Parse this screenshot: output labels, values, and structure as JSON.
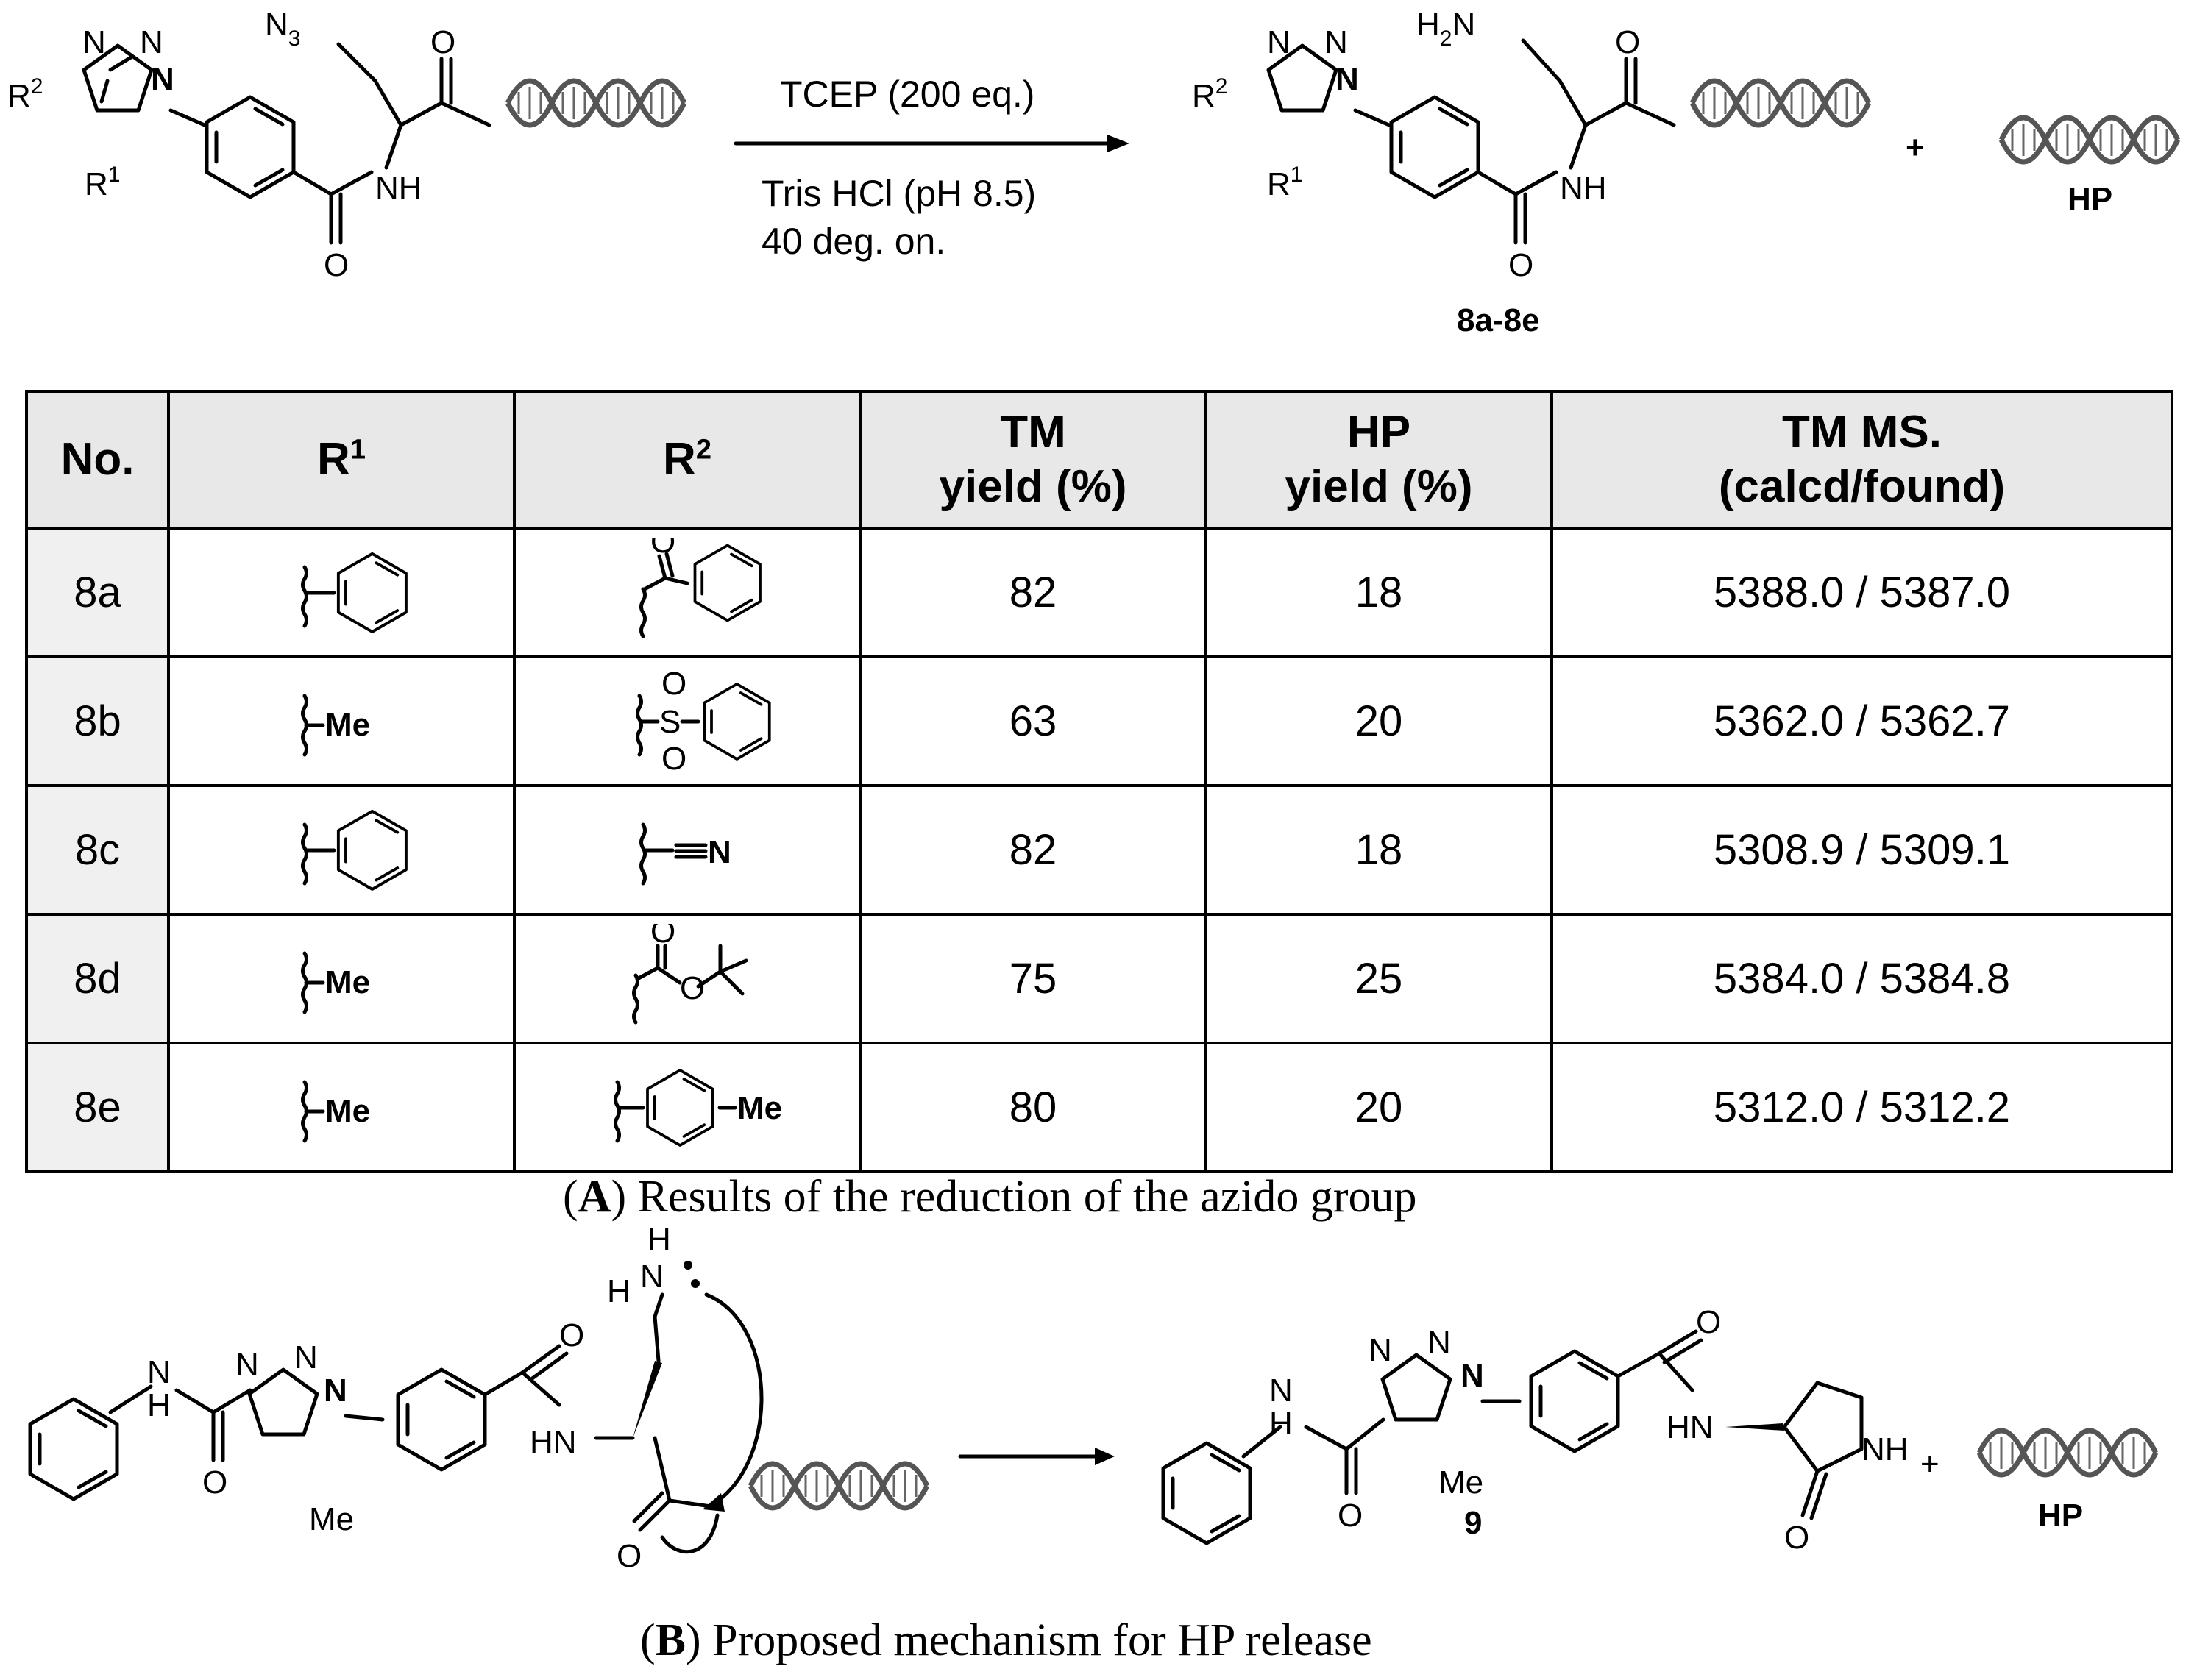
{
  "reaction_a": {
    "reagent_line1": "TCEP (200 eq.)",
    "reagent_line2": "Tris HCl (pH 8.5)",
    "reagent_line3": "40 deg. on.",
    "product_label": "8a-8e",
    "plus": "+",
    "byproduct_label": "HP"
  },
  "atoms": {
    "r1": "R",
    "r1_sup": "1",
    "r2": "R",
    "r2_sup": "2",
    "azide": "N",
    "azide_sub": "3",
    "amine": "H",
    "amine_sub": "2",
    "amine_n": "N",
    "n": "N",
    "nh": "NH",
    "o": "O",
    "me": "Me",
    "h": "H",
    "hn": "HN"
  },
  "table": {
    "headers": {
      "no": "No.",
      "r1": "R",
      "r1_sup": "1",
      "r2": "R",
      "r2_sup": "2",
      "tm_line1": "TM",
      "tm_line2": "yield (%)",
      "hp_line1": "HP",
      "hp_line2": "yield (%)",
      "ms_line1": "TM MS.",
      "ms_line2": "(calcd/found)"
    },
    "rows": [
      {
        "no": "8a",
        "r1": "phenyl",
        "r2": "benzoyl",
        "tm_yield": "82",
        "hp_yield": "18",
        "ms": "5388.0 / 5387.0"
      },
      {
        "no": "8b",
        "r1": "Me",
        "r2": "phenylsulfonyl",
        "tm_yield": "63",
        "hp_yield": "20",
        "ms": "5362.0 / 5362.7"
      },
      {
        "no": "8c",
        "r1": "phenyl",
        "r2": "cyano",
        "tm_yield": "82",
        "hp_yield": "18",
        "ms": "5308.9 / 5309.1"
      },
      {
        "no": "8d",
        "r1": "Me",
        "r2": "tert-butoxycarbonyl",
        "tm_yield": "75",
        "hp_yield": "25",
        "ms": "5384.0 / 5384.8"
      },
      {
        "no": "8e",
        "r1": "Me",
        "r2": "p-tolyl",
        "tm_yield": "80",
        "hp_yield": "20",
        "ms": "5312.0 / 5312.2"
      }
    ]
  },
  "caption_a": {
    "letter": "A",
    "text": ") Results of the reduction of the azido group",
    "open": "("
  },
  "mechanism_b": {
    "product_label": "9",
    "plus": "+",
    "byproduct_label": "HP"
  },
  "caption_b": {
    "letter": "B",
    "text": ") Proposed mechanism for HP release",
    "open": "("
  },
  "colors": {
    "dna": "#555555",
    "header_bg": "#e8e8e8",
    "no_col_bg": "#f0f0f0"
  }
}
